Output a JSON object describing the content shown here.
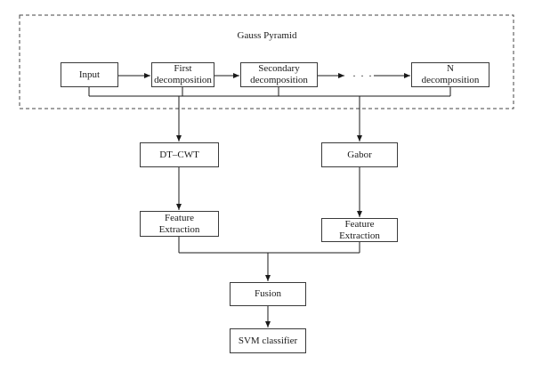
{
  "title": "Gauss Pyramid",
  "nodes": {
    "input": "Input",
    "first": "First\ndecomposition",
    "secondary": "Secondary\ndecomposition",
    "ellipsis": "· · ·",
    "n": "N\ndecomposition",
    "dtcwt": "DT–CWT",
    "gabor": "Gabor",
    "feature_left": "Feature\nExtraction",
    "feature_right": "Feature\nExtraction",
    "fusion": "Fusion",
    "svm": "SVM classifier"
  }
}
